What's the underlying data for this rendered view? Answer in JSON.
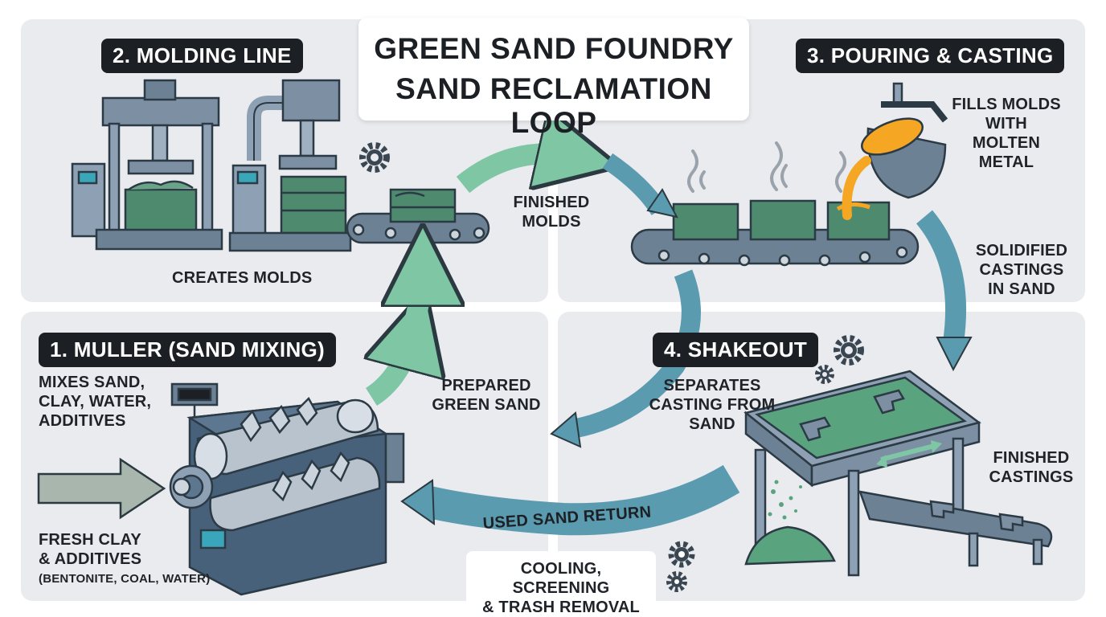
{
  "title": {
    "line1": "GREEN SAND FOUNDRY",
    "line2": "SAND RECLAMATION LOOP"
  },
  "stages": {
    "muller": {
      "tag": "1. MULLER (SAND MIXING)",
      "desc_lines": [
        "MIXES SAND,",
        "CLAY, WATER,",
        "ADDITIVES"
      ]
    },
    "molding": {
      "tag": "2. MOLDING LINE",
      "desc": "CREATES MOLDS"
    },
    "pouring": {
      "tag": "3. POURING & CASTING",
      "desc_lines": [
        "FILLS MOLDS",
        "WITH MOLTEN",
        "METAL"
      ]
    },
    "shakeout": {
      "tag": "4. SHAKEOUT",
      "desc_lines": [
        "SEPARATES",
        "CASTING FROM",
        "SAND"
      ]
    }
  },
  "flows": {
    "finished_molds": [
      "FINISHED",
      "MOLDS"
    ],
    "solidified_castings": [
      "SOLIDIFIED",
      "CASTINGS",
      "IN SAND"
    ],
    "prepared_green_sand": [
      "PREPARED",
      "GREEN SAND"
    ],
    "used_sand_return": "USED SAND RETURN",
    "finished_castings": [
      "FINISHED",
      "CASTINGS"
    ],
    "reclamation": [
      "COOLING, SCREENING",
      "& TRASH REMOVAL"
    ],
    "inputs": [
      "FRESH CLAY",
      "& ADDITIVES"
    ],
    "inputs_detail": "(BENTONITE, COAL, WATER)"
  },
  "colors": {
    "green_arrow": "#7fc7a4",
    "blue_arrow": "#5b9bb0",
    "panel": "#e9ebef",
    "tag_bg": "#1c2024",
    "mold_green": "#4d8a6e",
    "molten": "#f5a623"
  }
}
